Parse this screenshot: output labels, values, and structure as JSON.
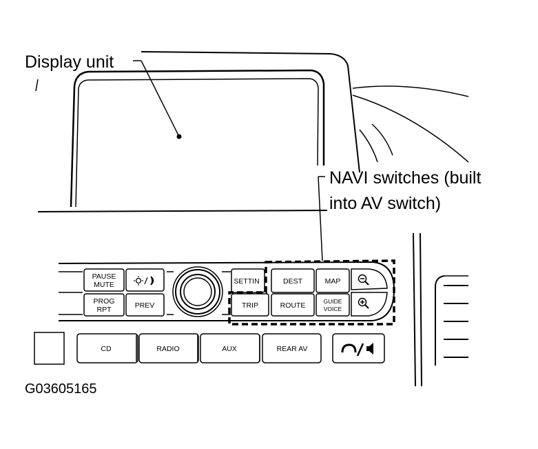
{
  "callouts": {
    "display_unit": "Display unit",
    "navi_line1": "NAVI switches (built",
    "navi_line2": "into AV switch)"
  },
  "figure_id": "G03605165",
  "buttons": {
    "pause_mute": [
      "PAUSE",
      "MUTE"
    ],
    "prog_rpt": [
      "PROG",
      "RPT"
    ],
    "prev": "PREV",
    "setting": "SETTIN",
    "trip": "TRIP",
    "dest": "DEST",
    "route": "ROUTE",
    "map": "MAP",
    "guide_voice": [
      "GUIDE",
      "VOICE"
    ],
    "cd": "CD",
    "radio": "RADIO",
    "aux": "AUX",
    "rear_av": "REAR AV"
  },
  "icons": {
    "brightness": "sun-moon-icon",
    "zoom_out": "zoom-out-icon",
    "zoom_in": "zoom-in-icon",
    "phone_speaker": "phone-speaker-icon"
  }
}
